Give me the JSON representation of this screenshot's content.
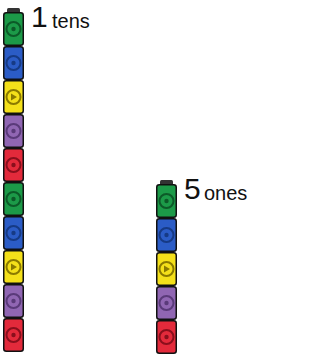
{
  "diagram": {
    "labels": [
      "1",
      "tens",
      "5",
      "ones"
    ]
  }
}
